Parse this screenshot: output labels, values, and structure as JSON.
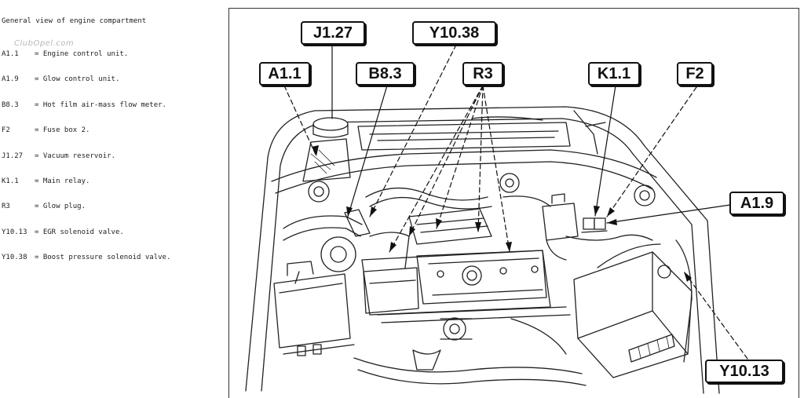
{
  "legend": {
    "title": "General view of engine compartment",
    "items": [
      {
        "code": "A1.1",
        "desc": "= Engine control unit."
      },
      {
        "code": "A1.9",
        "desc": "= Glow control unit."
      },
      {
        "code": "B8.3",
        "desc": "= Hot film air-mass flow meter."
      },
      {
        "code": "F2",
        "desc": "= Fuse box 2."
      },
      {
        "code": "J1.27",
        "desc": "= Vacuum reservoir."
      },
      {
        "code": "K1.1",
        "desc": "= Main relay."
      },
      {
        "code": "R3",
        "desc": "= Glow plug."
      },
      {
        "code": "Y10.13",
        "desc": "= EGR solenoid valve."
      },
      {
        "code": "Y10.38",
        "desc": "= Boost pressure solenoid valve."
      }
    ]
  },
  "watermark": "ClubOpel.com",
  "callouts": {
    "j127": "J1.27",
    "y1038": "Y10.38",
    "a11": "A1.1",
    "b83": "B8.3",
    "r3": "R3",
    "k11": "K1.1",
    "f2": "F2",
    "a19": "A1.9",
    "y1013": "Y10.13"
  }
}
